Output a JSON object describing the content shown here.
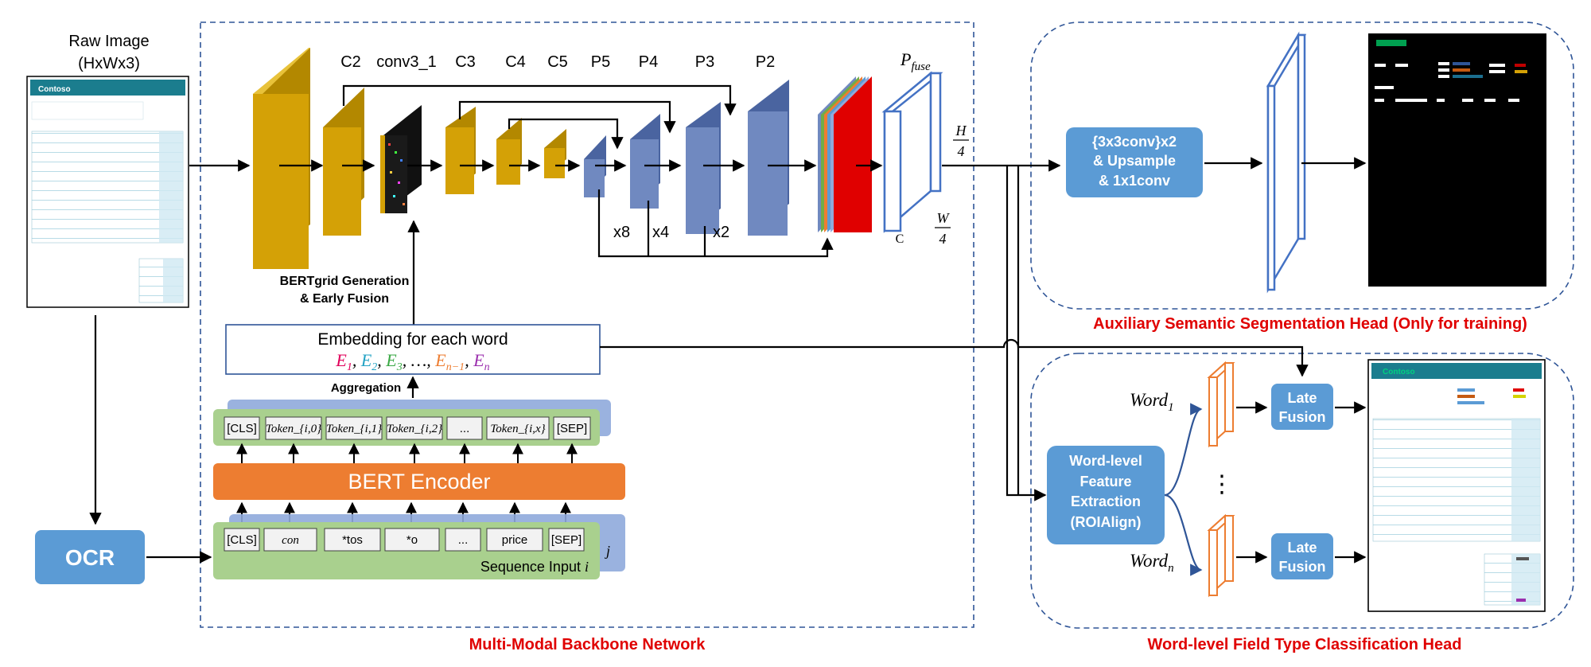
{
  "raw_image": {
    "title": "Raw Image",
    "subtitle": "(HxWx3)",
    "doc_brand": "Contoso"
  },
  "ocr": {
    "label": "OCR"
  },
  "backbone": {
    "section_title": "Multi-Modal Backbone Network",
    "stage_labels": [
      "C2",
      "conv3_1",
      "C3",
      "C4",
      "C5",
      "P5",
      "P4",
      "P3",
      "P2"
    ],
    "pfuse_base": "P",
    "pfuse_sub": "fuse",
    "upsample_labels": [
      "x8",
      "x4",
      "x2"
    ],
    "bertgrid_line1": "BERTgrid Generation",
    "bertgrid_line2": "& Early Fusion",
    "dim_h": "H",
    "dim_w": "W",
    "dim_den": "4",
    "dim_c": "C"
  },
  "embedding": {
    "title": "Embedding for each word",
    "terms": [
      {
        "base": "E",
        "sub": "1",
        "color": "#e0005a"
      },
      {
        "base": "E",
        "sub": "2",
        "color": "#22a2c4"
      },
      {
        "base": "E",
        "sub": "3",
        "color": "#3aa845"
      },
      {
        "base": "…",
        "sub": "",
        "color": "#000000"
      },
      {
        "base": "E",
        "sub": "n−1",
        "color": "#ed7d31"
      },
      {
        "base": "E",
        "sub": "n",
        "color": "#9b2fae"
      }
    ],
    "aggregation": "Aggregation"
  },
  "bert": {
    "encoder_label": "BERT Encoder",
    "output_tokens": [
      "[CLS]",
      "Token_{i,0}",
      "Token_{i,1}",
      "Token_{i,2}",
      "...",
      "Token_{i,x}",
      "[SEP]"
    ],
    "input_tokens": [
      "[CLS]",
      "con",
      "*tos",
      "*o",
      "...",
      "price",
      "[SEP]"
    ],
    "sequence_label": "Sequence Input",
    "sequence_var": "i",
    "stack_var": "j"
  },
  "aux_head": {
    "section_title": "Auxiliary Semantic Segmentation Head (Only for training)",
    "conv_line1": "{3x3conv}x2",
    "conv_line2": "& Upsample",
    "conv_line3": "& 1x1conv"
  },
  "word_head": {
    "section_title": "Word-level Field Type Classification Head",
    "extract_line1": "Word-level",
    "extract_line2": "Feature",
    "extract_line3": "Extraction",
    "extract_line4": "(ROIAlign)",
    "word_base": "Word",
    "word_subs": [
      "1",
      "n"
    ],
    "late_fusion_line1": "Late",
    "late_fusion_line2": "Fusion",
    "ellipsis": "⋮",
    "out_brand": "Contoso"
  },
  "colors": {
    "gold": "#d4a106",
    "blue_layer": "#7089c0",
    "blue_box": "#5b9bd5",
    "orange": "#ed7d31",
    "green": "#a9d08e",
    "red_title": "#e00000",
    "teal_header": "#1b7d8e"
  }
}
